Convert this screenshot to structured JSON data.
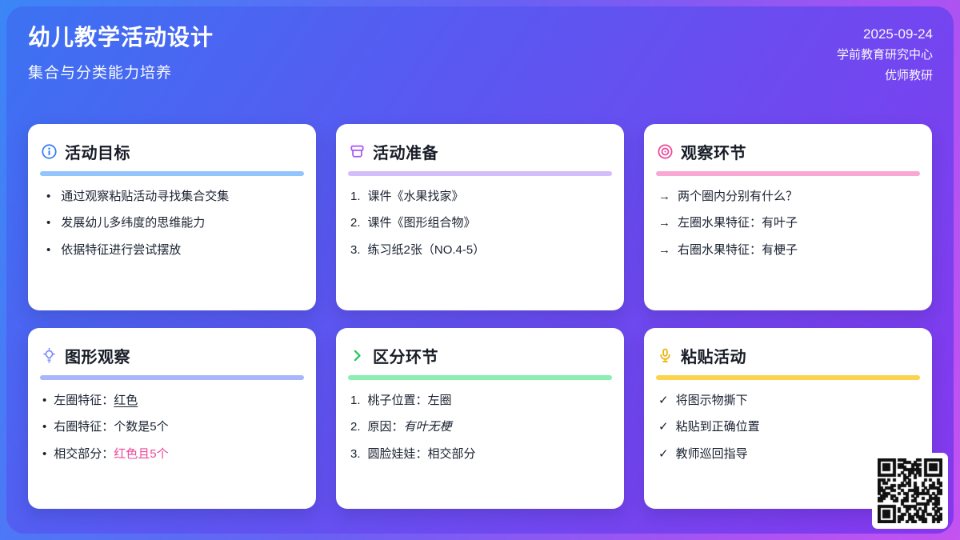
{
  "header": {
    "title": "幼儿教学活动设计",
    "subtitle": "集合与分类能力培养",
    "date": "2025-09-24",
    "org": "学前教育研究中心",
    "brand": "优师教研"
  },
  "colors": {
    "highlight_pink": "#ec4899"
  },
  "cards": [
    {
      "title": "活动目标",
      "icon": "info-icon",
      "icon_color": "#2f7bf6",
      "accent": "#93c5fd",
      "items": [
        {
          "marker": "•",
          "text": "通过观察粘贴活动寻找集合交集"
        },
        {
          "marker": "•",
          "text": "发展幼儿多纬度的思维能力"
        },
        {
          "marker": "•",
          "text": "依据特征进行尝试摆放"
        }
      ]
    },
    {
      "title": "活动准备",
      "icon": "archive-icon",
      "icon_color": "#a855f7",
      "accent": "#d5bcfb",
      "items": [
        {
          "marker": "1.",
          "text": "课件《水果找家》"
        },
        {
          "marker": "2.",
          "text": "课件《图形组合物》"
        },
        {
          "marker": "3.",
          "text": "练习纸2张（NO.4-5）"
        }
      ]
    },
    {
      "title": "观察环节",
      "icon": "target-icon",
      "icon_color": "#ec4899",
      "accent": "#f9a8d4",
      "items": [
        {
          "marker": "→",
          "text": "两个圈内分别有什么？"
        },
        {
          "marker": "→",
          "text": "左圈水果特征：有叶子"
        },
        {
          "marker": "→",
          "text": "右圈水果特征：有梗子"
        }
      ]
    },
    {
      "title": "图形观察",
      "icon": "lightbulb-icon",
      "icon_color": "#7c86f8",
      "accent": "#a9b6fb",
      "items": [
        {
          "marker": "•",
          "text": "左圈特征：",
          "em": "红色",
          "em_style": "underline"
        },
        {
          "marker": "•",
          "text": "右圈特征：个数是5个"
        },
        {
          "marker": "•",
          "text": "相交部分：",
          "em": "红色且5个",
          "em_style": "pink"
        }
      ]
    },
    {
      "title": "区分环节",
      "icon": "chevron-right-icon",
      "icon_color": "#22c55e",
      "accent": "#8ceeb0",
      "items": [
        {
          "marker": "1.",
          "text": "桃子位置：左圈"
        },
        {
          "marker": "2.",
          "text": "原因：",
          "em": "有叶无梗",
          "em_style": "italic"
        },
        {
          "marker": "3.",
          "text": "圆脸娃娃：相交部分"
        }
      ]
    },
    {
      "title": "粘贴活动",
      "icon": "microphone-icon",
      "icon_color": "#eab308",
      "accent": "#fcd34d",
      "items": [
        {
          "marker": "✓",
          "text": "将图示物撕下"
        },
        {
          "marker": "✓",
          "text": "粘贴到正确位置"
        },
        {
          "marker": "✓",
          "text": "教师巡回指导"
        }
      ]
    }
  ]
}
